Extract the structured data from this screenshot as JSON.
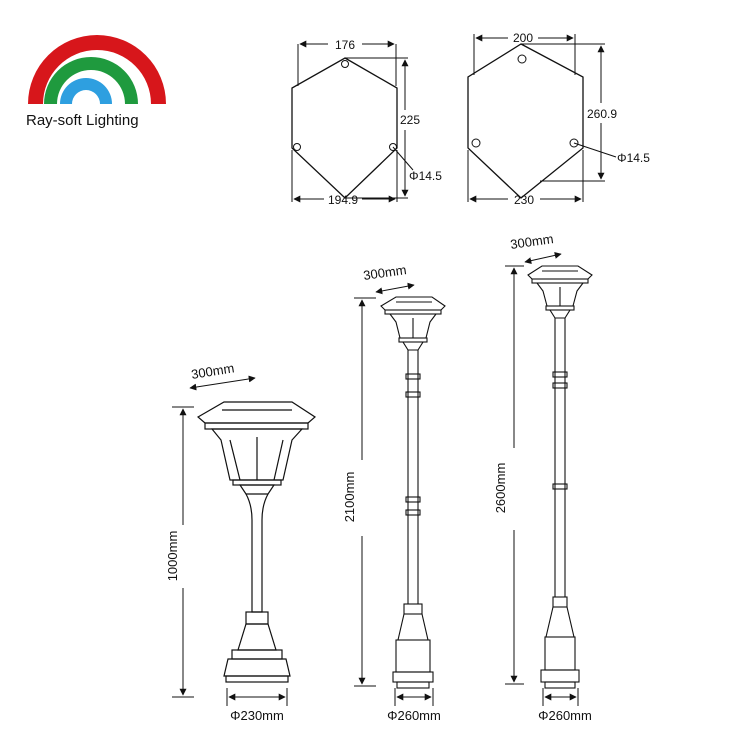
{
  "brand": {
    "name": "Ray-soft Lighting",
    "colors": {
      "red": "#d7161b",
      "green": "#1f9a3e",
      "blue": "#2e9fe0"
    }
  },
  "plates": {
    "left": {
      "top": "176",
      "side": "225",
      "bottom": "194.9",
      "hole": "Φ14.5"
    },
    "right": {
      "top": "200",
      "side": "260.9",
      "bottom": "230",
      "hole": "Φ14.5"
    }
  },
  "lamps": {
    "short": {
      "head": "300mm",
      "height": "1000mm",
      "base": "Φ230mm"
    },
    "medium": {
      "head": "300mm",
      "height": "2100mm",
      "base": "Φ260mm"
    },
    "tall": {
      "head": "300mm",
      "height": "2600mm",
      "base": "Φ260mm"
    }
  }
}
